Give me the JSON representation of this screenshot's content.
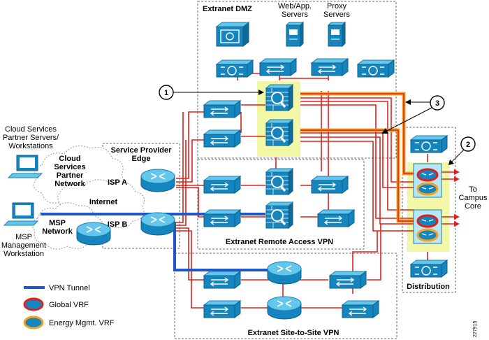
{
  "zones": {
    "extranet_dmz": "Extranet DMZ",
    "service_provider_edge": "Service Provider\nEdge",
    "remote_access_vpn": "Extranet Remote Access VPN",
    "site_to_site_vpn": "Extranet Site-to-Site VPN",
    "distribution": "Distribution"
  },
  "labels": {
    "web_app_servers": "Web/App.\nServers",
    "proxy_servers": "Proxy\nServers",
    "cloud_services_partner": "Cloud Services\nPartner Servers/\nWorkstations",
    "cloud_network": "Cloud\nServices\nPartner\nNetwork",
    "internet": "Internet",
    "isp_a": "ISP A",
    "isp_b": "ISP B",
    "msp_network": "MSP\nNetwork",
    "msp_workstation": "MSP\nManagement\nWorkstation",
    "to_campus_core": "To\nCampus\nCore",
    "figure_id": "227915"
  },
  "callouts": [
    "1",
    "2",
    "3"
  ],
  "legend": {
    "vpn_tunnel": "VPN Tunnel",
    "global_vrf": "Global VRF",
    "energy_vrf": "Energy Mgmt. VRF"
  },
  "colors": {
    "link": "#e0201a",
    "vpn_tunnel": "#1f56c8",
    "highlight_path": "#f4a21f",
    "fw_highlight": "#f2f7a6",
    "device": "#1585bf",
    "global_vrf_ring": "#e0201a",
    "energy_vrf_ring": "#f4a21f"
  }
}
